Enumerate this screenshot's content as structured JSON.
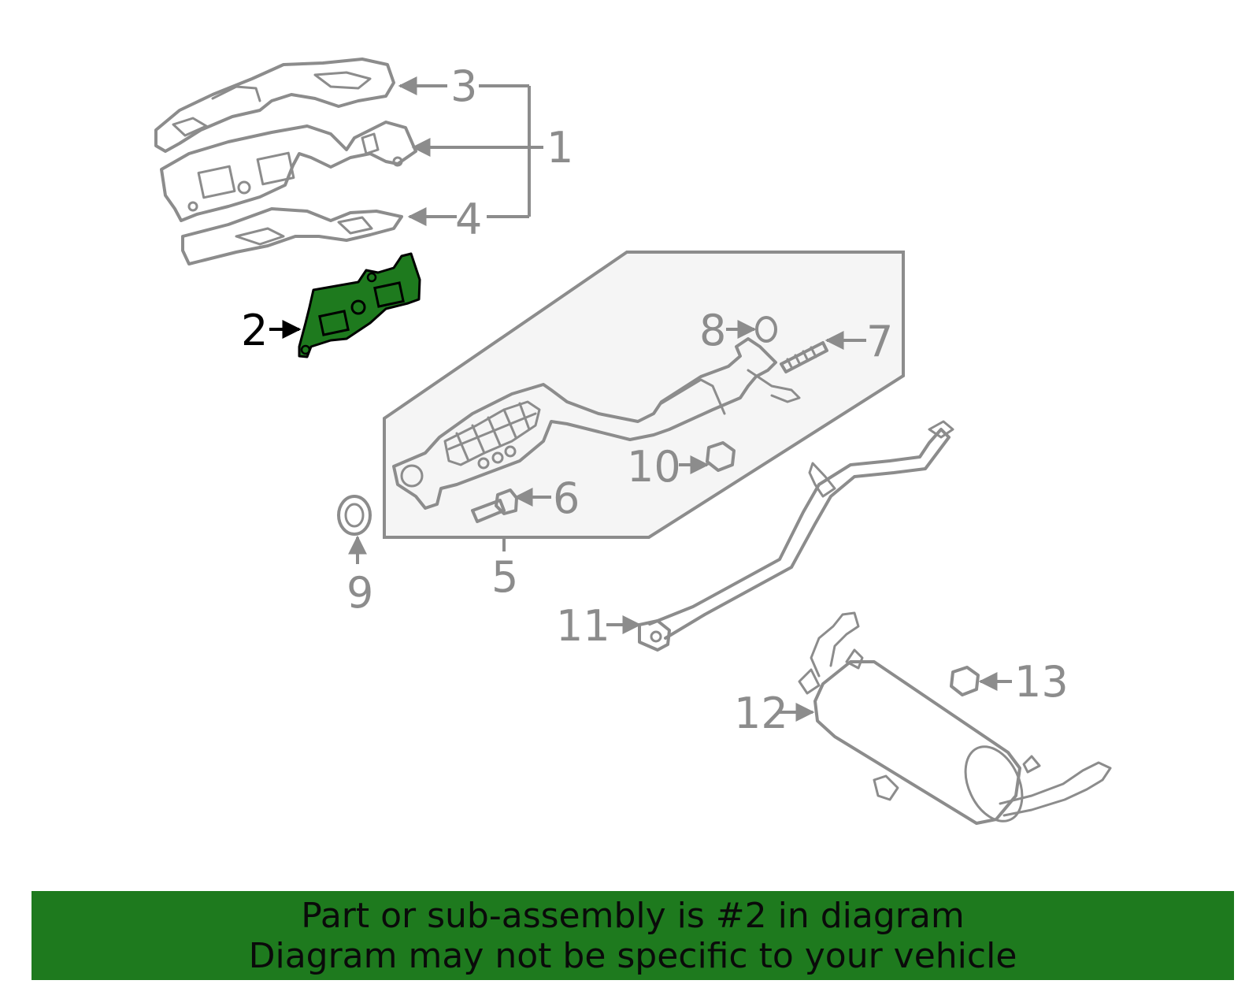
{
  "colors": {
    "line": "#8c8c8c",
    "highlight_fill": "#1e7a1e",
    "highlight_stroke": "#000000",
    "banner": "#1e7a1e",
    "assembly_box": "#f5f5f5"
  },
  "highlighted_part": "2",
  "callouts": {
    "c1": "1",
    "c2": "2",
    "c3": "3",
    "c4": "4",
    "c5": "5",
    "c6": "6",
    "c7": "7",
    "c8": "8",
    "c9": "9",
    "c10": "10",
    "c11": "11",
    "c12": "12",
    "c13": "13"
  },
  "banner": {
    "line1": "Part or sub-assembly is #2 in diagram",
    "line2": "Diagram may not be specific to your vehicle"
  }
}
